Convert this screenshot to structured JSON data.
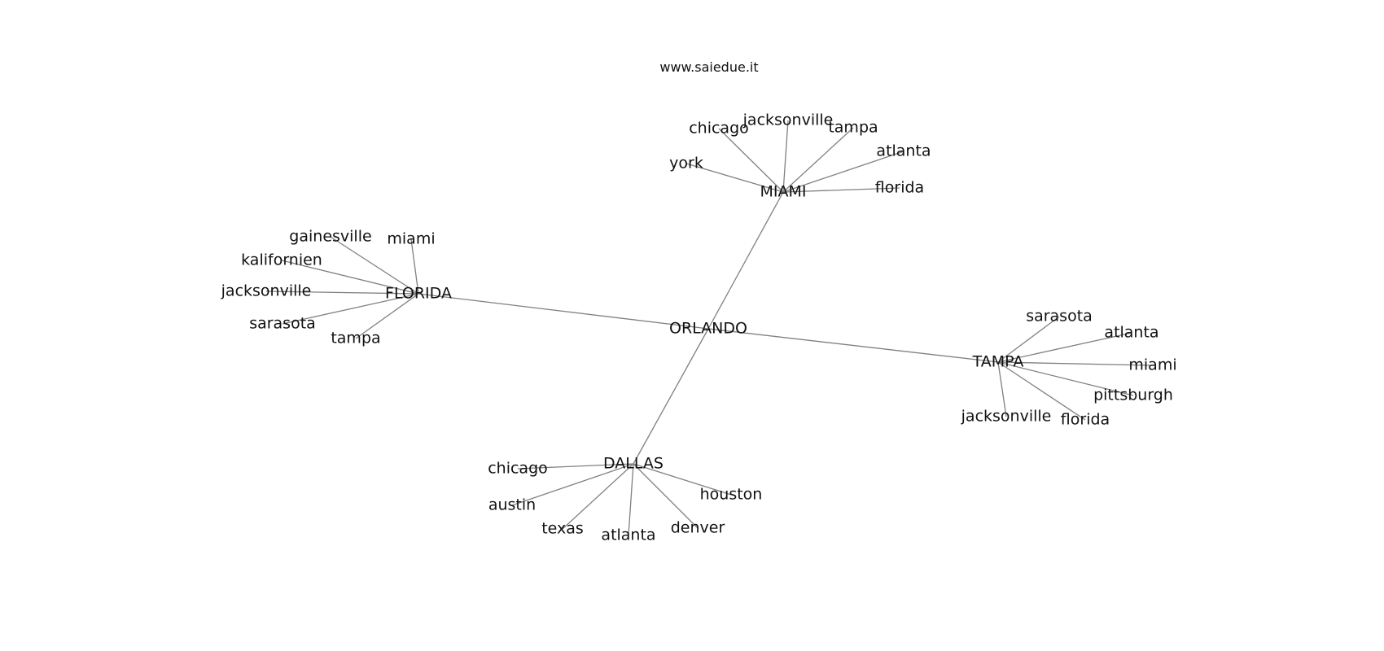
{
  "site_label": "www.saiedue.it",
  "center": "ORLANDO",
  "hubs": [
    {
      "label": "MIAMI",
      "leaves": [
        "york",
        "chicago",
        "jacksonville",
        "tampa",
        "atlanta",
        "florida"
      ]
    },
    {
      "label": "FLORIDA",
      "leaves": [
        "gainesville",
        "miami",
        "kalifornien",
        "jacksonville",
        "sarasota",
        "tampa"
      ]
    },
    {
      "label": "TAMPA",
      "leaves": [
        "sarasota",
        "atlanta",
        "miami",
        "pittsburgh",
        "jacksonville",
        "florida"
      ]
    },
    {
      "label": "DALLAS",
      "leaves": [
        "chicago",
        "austin",
        "texas",
        "atlanta",
        "denver",
        "houston"
      ]
    }
  ]
}
